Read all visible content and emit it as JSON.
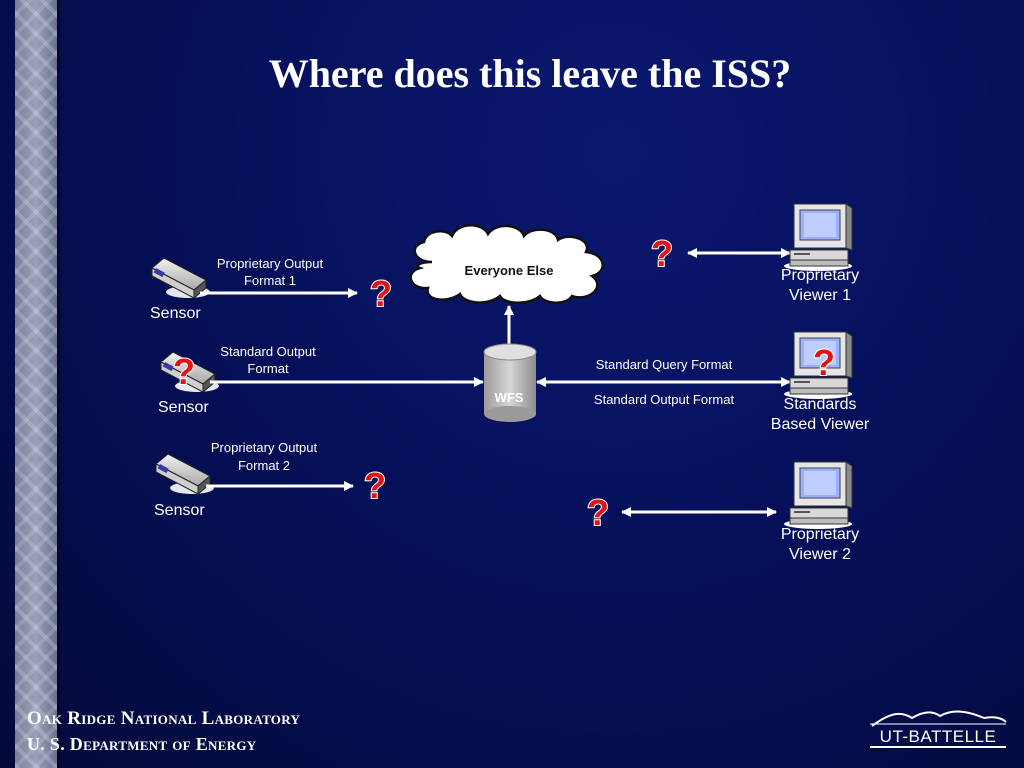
{
  "slide": {
    "title": "Where does this leave the ISS?"
  },
  "diagram": {
    "sensors": [
      {
        "label": "Sensor",
        "output_line1": "Proprietary Output",
        "output_line2": "Format 1"
      },
      {
        "label": "Sensor",
        "output_line1": "Standard Output",
        "output_line2": "Format"
      },
      {
        "label": "Sensor",
        "output_line1": "Proprietary Output",
        "output_line2": "Format 2"
      }
    ],
    "cloud_label": "Everyone Else",
    "wfs_label": "WFS",
    "links": {
      "query": "Standard Query Format",
      "output": "Standard Output Format"
    },
    "viewers": [
      {
        "line1": "Proprietary",
        "line2": "Viewer 1"
      },
      {
        "line1": "Standards",
        "line2": "Based Viewer"
      },
      {
        "line1": "Proprietary",
        "line2": "Viewer 2"
      }
    ],
    "question_mark": "?"
  },
  "footer": {
    "org_line1": "Oak Ridge National Laboratory",
    "org_line2": "U. S. Department of Energy",
    "logo_text": "UT-BATTELLE"
  },
  "colors": {
    "background": "#06105a",
    "question_mark": "#e01414",
    "text": "#ffffff"
  }
}
